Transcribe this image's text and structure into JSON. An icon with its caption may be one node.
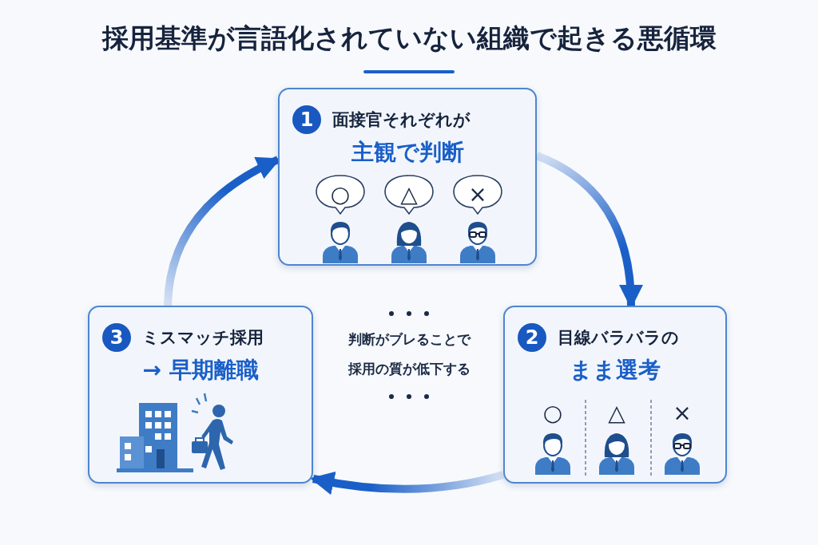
{
  "diagram": {
    "title": "採用基準が言語化されていない組織で起きる悪循環",
    "nodes": [
      {
        "text": [
          "1",
          "面接官それぞれが",
          "主観で判断"
        ]
      },
      {
        "text": [
          "2",
          "目線バラバラの",
          "まま選考"
        ]
      },
      {
        "text": [
          "3",
          "ミスマッチ採用",
          "→ **早期離職**"
        ]
      }
    ],
    "edges": [
      {
        "from": 0,
        "to": 1,
        "arrow": "to",
        "style": "thick"
      },
      {
        "from": 1,
        "to": 2,
        "arrow": "to",
        "style": "thick"
      },
      {
        "from": 2,
        "to": 0,
        "arrow": "to",
        "style": "thick"
      }
    ],
    "labels": [
      "○",
      "△",
      "×",
      "判断がブレることで",
      "**採用の質が低下**する",
      "○",
      "△",
      "×"
    ]
  }
}
